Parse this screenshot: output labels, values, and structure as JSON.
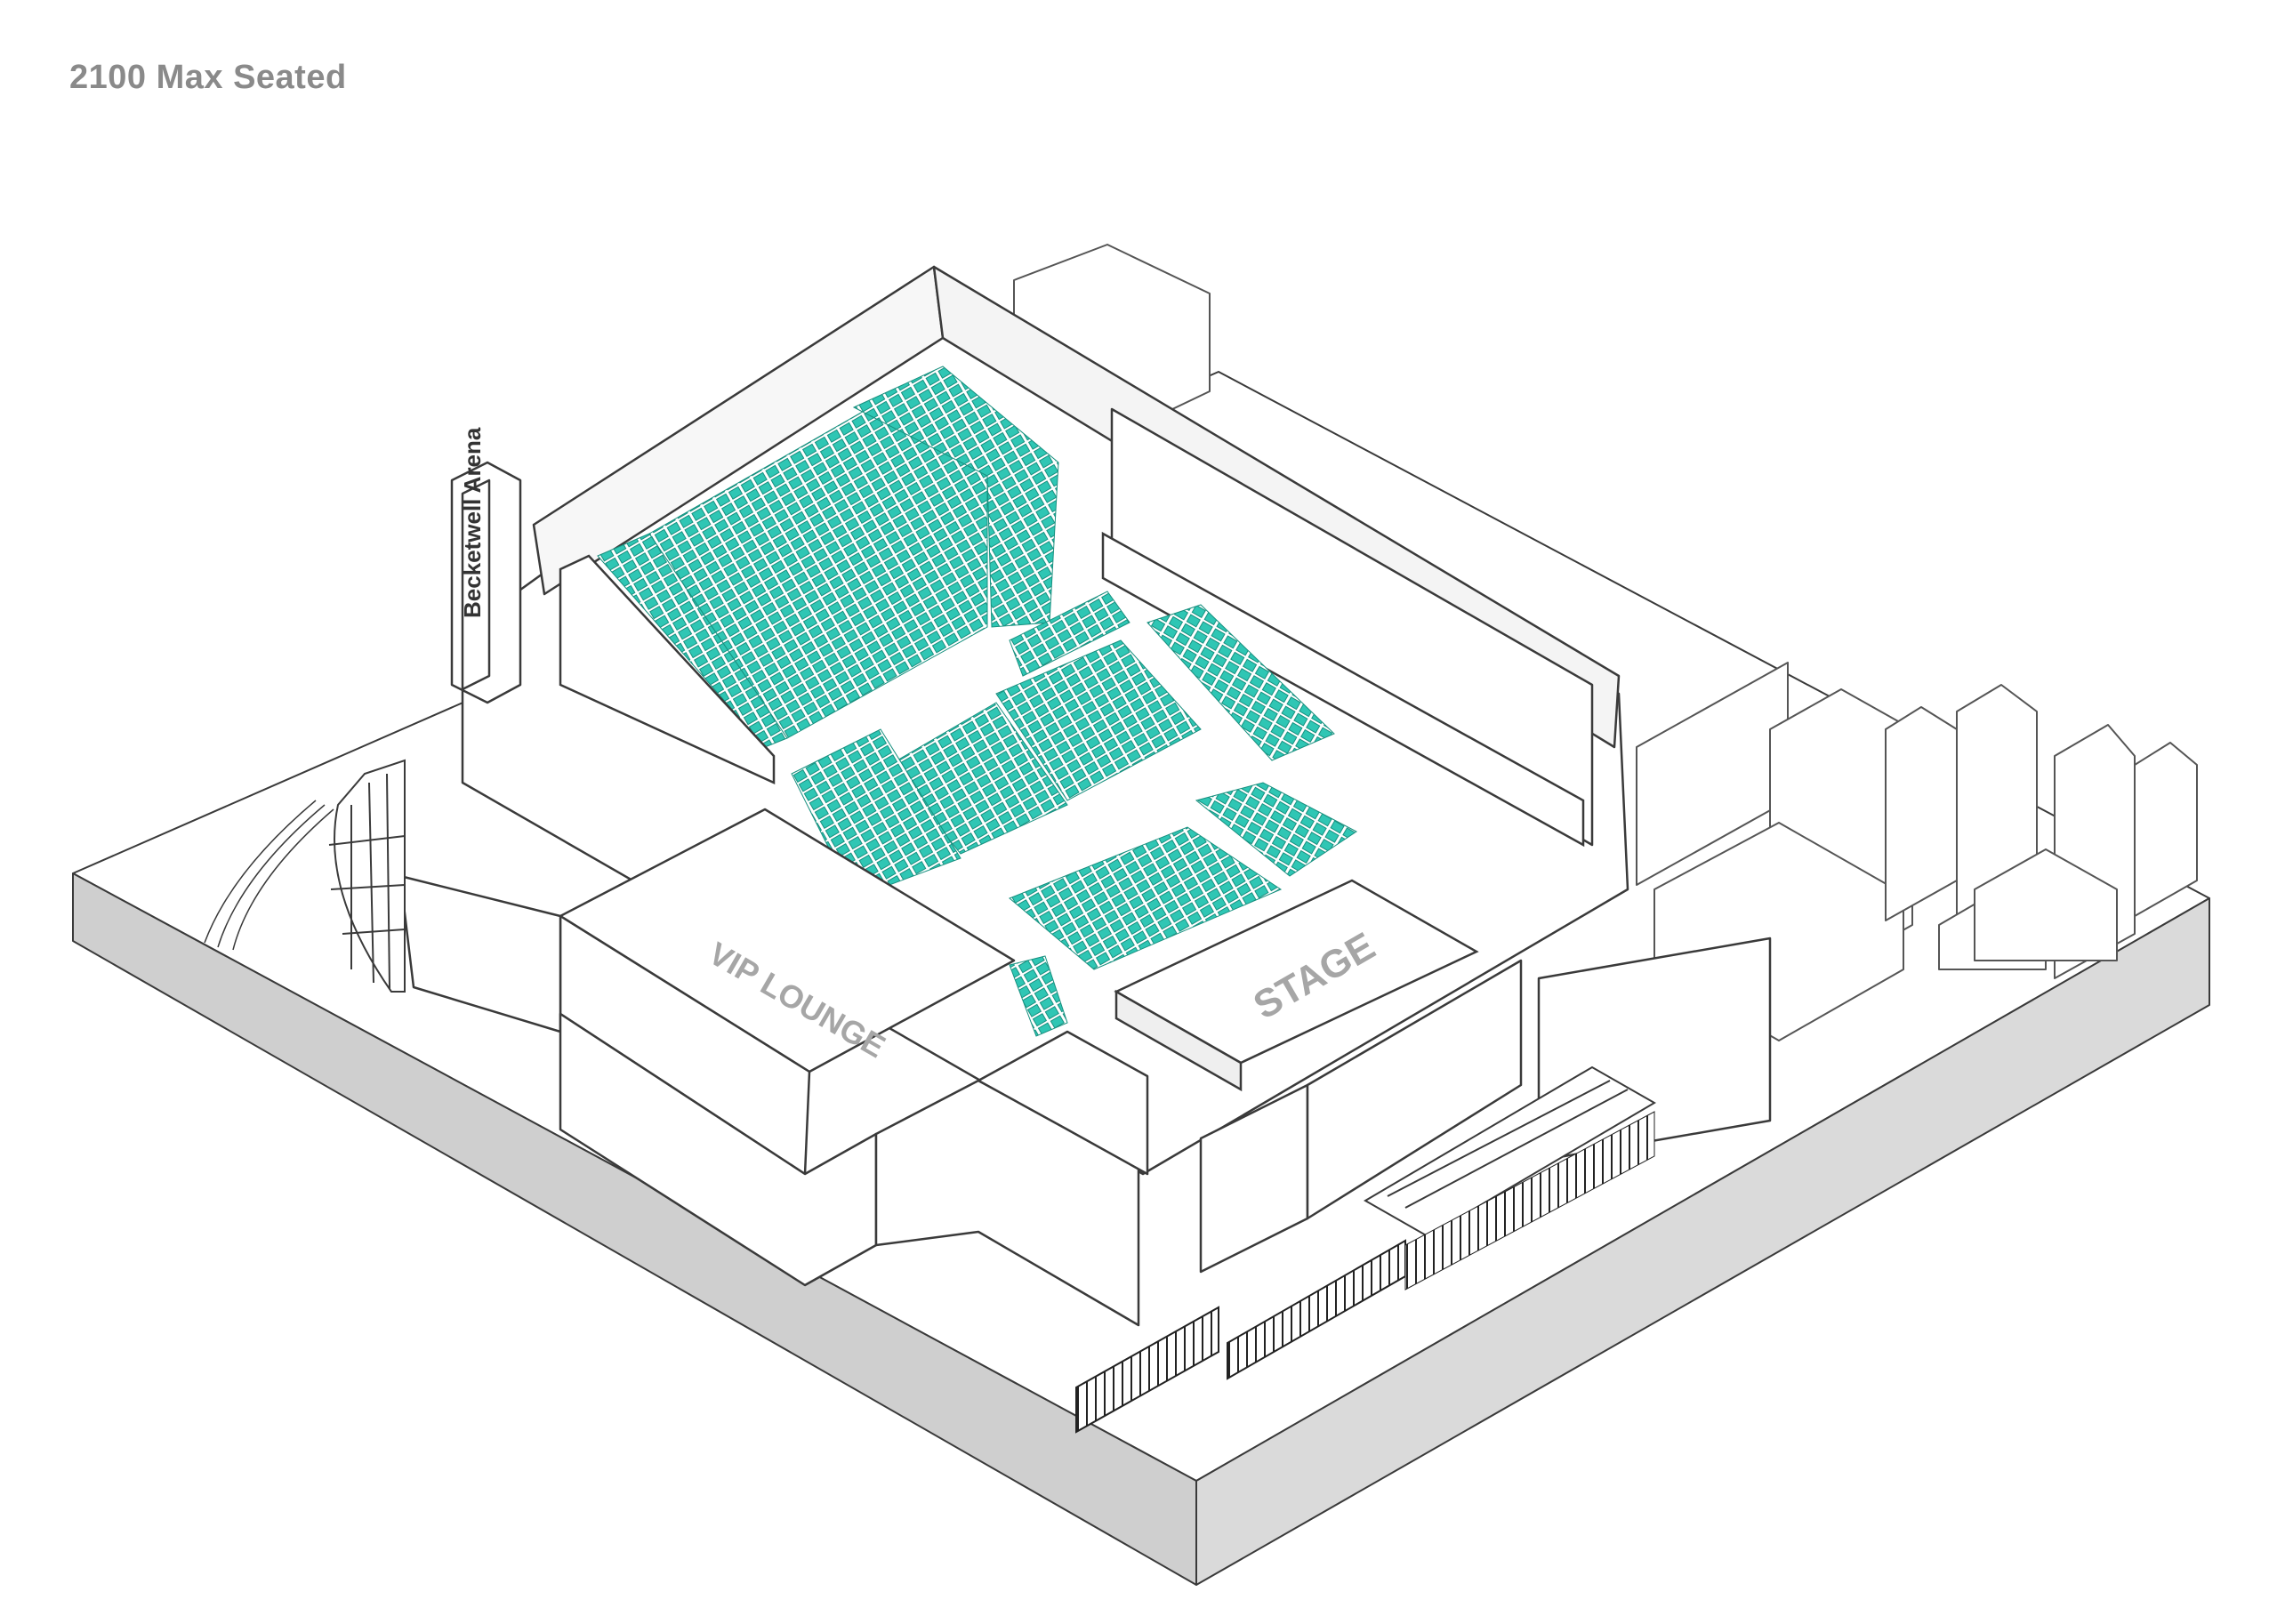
{
  "title": "2100 Max Seated",
  "labels": {
    "sign": "Becketwell Arena",
    "vip": "VIP LOUNGE",
    "stage": "STAGE"
  },
  "colors": {
    "seat": "#2fc6b4",
    "seat_dark": "#17907f",
    "line": "#3a3a3a",
    "label_grey": "#a6a6a6",
    "ground_side": "#cfcfcf"
  }
}
